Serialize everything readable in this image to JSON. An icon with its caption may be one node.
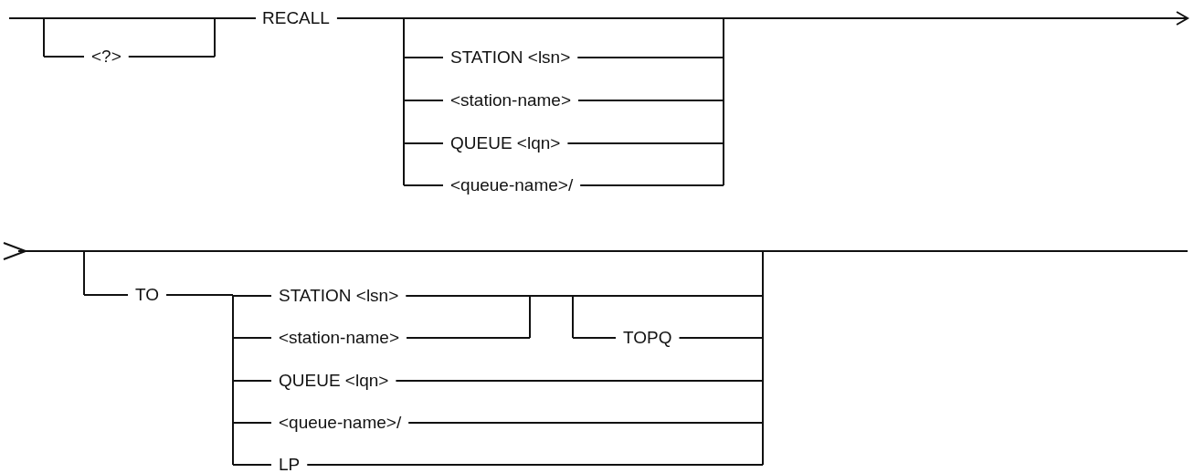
{
  "diagram": {
    "labels": [
      "RECALL",
      "<?>",
      "STATION <lsn>",
      "<station-name>",
      "QUEUE <lqn>",
      "<queue-name>/",
      "TO",
      "STATION <lsn>",
      "<station-name>",
      "TOPQ",
      "QUEUE <lqn>",
      "<queue-name>/",
      "LP"
    ]
  }
}
